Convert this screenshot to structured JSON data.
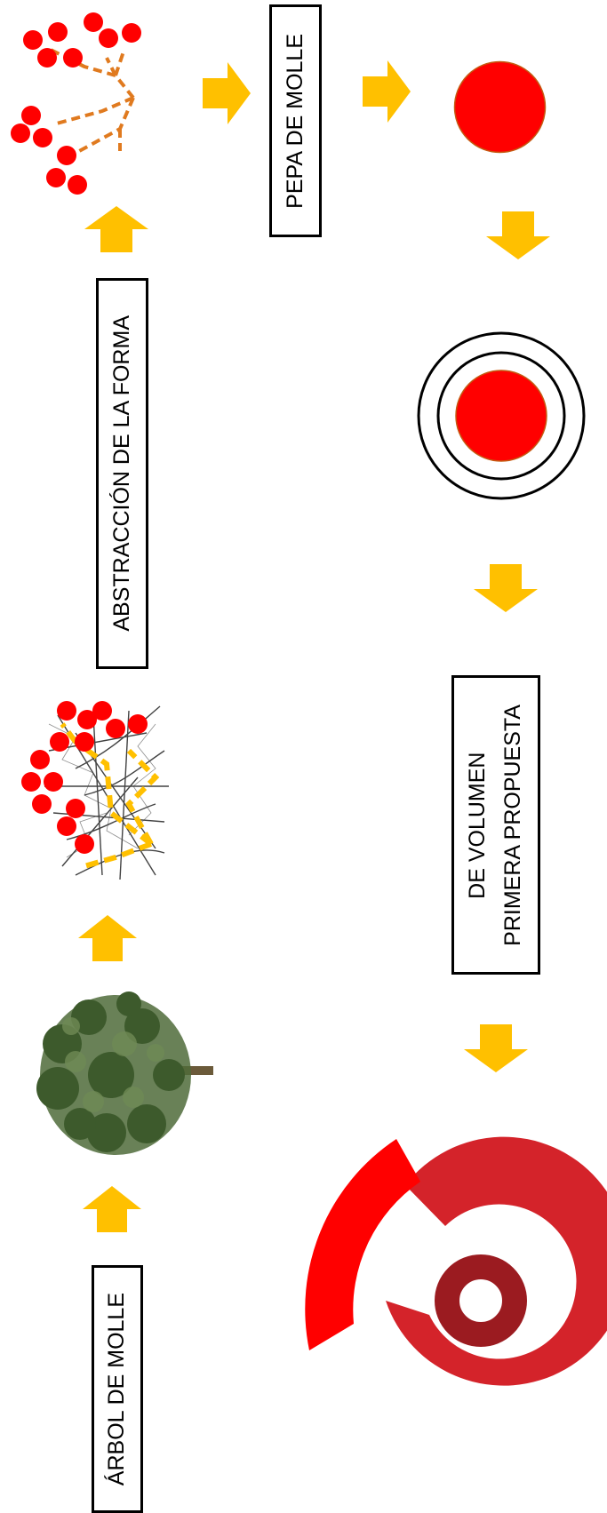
{
  "labels": {
    "arbol": "ÁRBOL DE MOLLE",
    "abstraccion": "ABSTRACCIÓN DE LA FORMA",
    "pepa": "PEPA DE MOLLE",
    "propuesta_line1": "PRIMERA PROPUESTA",
    "propuesta_line2": "DE VOLUMEN"
  },
  "colors": {
    "arrow": "#FFC000",
    "seed_red": "#FF0000",
    "volume_red": "#D4232A",
    "volume_dark": "#9B1B20",
    "branch_orange": "#E07A1F",
    "tree_green": "#4F6B3A"
  }
}
